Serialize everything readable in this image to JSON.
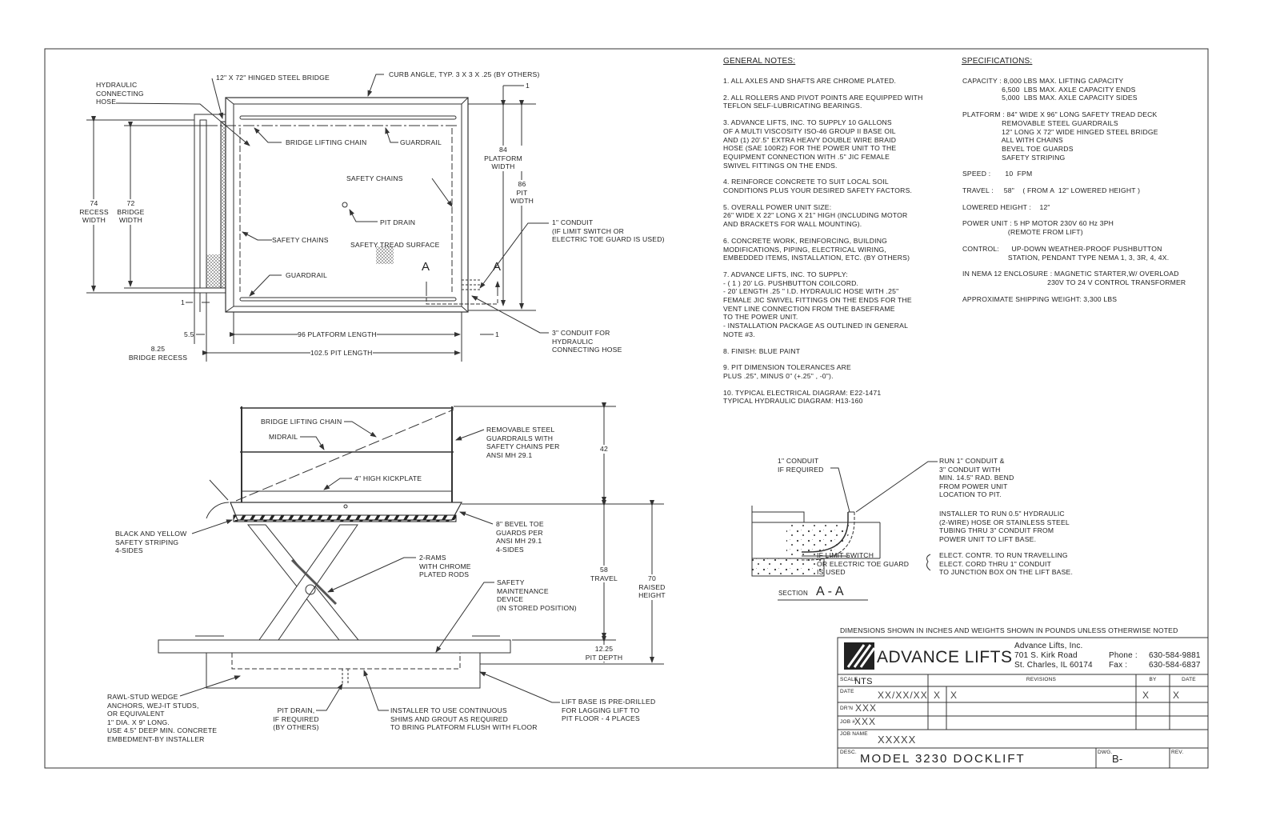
{
  "top_view": {
    "bridge": "12\" X 72\" HINGED STEEL BRIDGE",
    "curb": "CURB ANGLE, TYP. 3 X 3 X .25 (BY OTHERS)",
    "hose": "HYDRAULIC\nCONNECTING\nHOSE",
    "bridge_chain": "BRIDGE LIFTING CHAIN",
    "guardrail_top": "GUARDRAIL",
    "guardrail_bottom": "GUARDRAIL",
    "safety_chains_right": "SAFETY CHAINS",
    "safety_chains_left": "SAFETY CHAINS",
    "pit_drain": "PIT DRAIN",
    "tread": "SAFETY TREAD SURFACE",
    "conduit_1": "1\" CONDUIT\n(IF LIMIT SWITCH OR\nELECTRIC TOE GUARD IS USED)",
    "conduit_3": "3\" CONDUIT FOR\nHYDRAULIC\nCONNECTING HOSE",
    "dim_recess_width": "74\nRECESS\nWIDTH",
    "dim_bridge_width": "72\nBRIDGE\nWIDTH",
    "dim_platform_width": "84\nPLATFORM\nWIDTH",
    "dim_pit_width": "86\nPIT WIDTH",
    "dim_platform_length": "96  PLATFORM LENGTH",
    "dim_pit_length": "102.5 PIT LENGTH",
    "dim_5_5": "5.5",
    "dim_bridge_recess": "8.25\nBRIDGE RECESS",
    "dim_1a": "1",
    "dim_1b": "1",
    "dim_1c": "1",
    "section_mark": "A"
  },
  "elevation": {
    "bridge_chain": "BRIDGE LIFTING CHAIN",
    "midrail": "MIDRAIL",
    "kickplate": "4\" HIGH KICKPLATE",
    "guardrails": "REMOVABLE STEEL\nGUARDRAILS WITH\nSAFETY CHAINS PER\nANSI MH 29.1",
    "striping": "BLACK AND YELLOW\nSAFETY STRIPING\n4-SIDES",
    "toe_guards": "8\" BEVEL TOE\nGUARDS PER\nANSI MH 29.1\n4-SIDES",
    "rams": "2-RAMS\nWITH CHROME\nPLATED RODS",
    "maintenance": "SAFETY\nMAINTENANCE\nDEVICE\n(IN STORED POSITION)",
    "dim_42": "42",
    "dim_travel": "58\nTRAVEL",
    "dim_raised": "70\nRAISED\nHEIGHT",
    "dim_pit_depth": "12.25\nPIT DEPTH",
    "anchors": "RAWL-STUD WEDGE\nANCHORS, WEJ-IT STUDS,\nOR EQUIVALENT\n1\" DIA. X 9\" LONG.\nUSE 4.5\" DEEP MIN. CONCRETE\nEMBEDMENT-BY INSTALLER",
    "pit_drain": "PIT DRAIN,\nIF REQUIRED\n(BY OTHERS)",
    "shims": "INSTALLER TO USE CONTINUOUS\nSHIMS AND GROUT AS REQUIRED\nTO BRING PLATFORM FLUSH WITH FLOOR",
    "lift_base": "LIFT BASE IS PRE-DRILLED\nFOR LAGGING LIFT TO\nPIT FLOOR - 4 PLACES"
  },
  "general_notes": {
    "title": "GENERAL NOTES:",
    "items": [
      "1. ALL AXLES AND SHAFTS ARE CHROME PLATED.",
      "2. ALL ROLLERS AND PIVOT POINTS ARE EQUIPPED WITH\nTEFLON SELF-LUBRICATING BEARINGS.",
      "3. ADVANCE LIFTS, INC. TO SUPPLY 10 GALLONS\nOF A MULTI VISCOSITY ISO-46 GROUP II BASE OIL\nAND (1) 20'.5\" EXTRA HEAVY DOUBLE WIRE BRAID\nHOSE (SAE 100R2) FOR THE POWER UNIT TO THE\nEQUIPMENT CONNECTION WITH .5\" JIC FEMALE\nSWIVEL FITTINGS ON THE ENDS.",
      "4. REINFORCE CONCRETE TO SUIT LOCAL SOIL\nCONDITIONS PLUS YOUR DESIRED SAFETY FACTORS.",
      "5. OVERALL POWER UNIT SIZE:\n26\" WIDE X 22\" LONG X 21\" HIGH (INCLUDING MOTOR\nAND BRACKETS FOR WALL MOUNTING).",
      "6. CONCRETE WORK, REINFORCING, BUILDING\nMODIFICATIONS, PIPING, ELECTRICAL WIRING,\nEMBEDDED ITEMS, INSTALLATION, ETC. (BY OTHERS)",
      "7. ADVANCE LIFTS, INC. TO SUPPLY:\n- ( 1 ) 20' LG. PUSHBUTTON COILCORD.\n- 20' LENGTH .25 \" I.D. HYDRAULIC HOSE WITH .25\"\n  FEMALE JIC SWIVEL FITTINGS ON THE ENDS FOR THE\n  VENT LINE   CONNECTION FROM THE BASEFRAME\n  TO THE POWER UNIT.\n- INSTALLATION PACKAGE AS OUTLINED IN GENERAL\n  NOTE #3.",
      "8. FINISH: BLUE PAINT",
      "9. PIT DIMENSION TOLERANCES ARE\n    PLUS .25\", MINUS 0\" (+.25\" , -0\").",
      "10. TYPICAL ELECTRICAL DIAGRAM: E22-1471\n     TYPICAL HYDRAULIC DIAGRAM: H13-160"
    ]
  },
  "specifications": {
    "title": "SPECIFICATIONS:",
    "items": [
      "CAPACITY : 8,000 LBS MAX. LIFTING CAPACITY\n                   6,500  LBS MAX. AXLE CAPACITY ENDS\n                   5,000  LBS MAX. AXLE CAPACITY SIDES",
      "PLATFORM : 84\" WIDE X 96\" LONG SAFETY TREAD DECK\n                   REMOVABLE STEEL GUARDRAILS\n                   12\" LONG X 72\" WIDE HINGED STEEL BRIDGE\n                   ALL WITH CHAINS\n                   BEVEL TOE GUARDS\n                   SAFETY STRIPING",
      "SPEED :       10  FPM",
      "TRAVEL :     58\"    ( FROM A  12\" LOWERED HEIGHT )",
      "LOWERED HEIGHT :    12\"",
      "POWER UNIT : 5 HP MOTOR 230V 60 Hz 3PH\n                      (REMOTE FROM LIFT)",
      "CONTROL:      UP-DOWN WEATHER-PROOF PUSHBUTTON\n                      STATION, PENDANT TYPE NEMA 1, 3, 3R, 4, 4X.",
      "IN NEMA 12 ENCLOSURE : MAGNETIC STARTER,W/ OVERLOAD\n                                         230V TO 24 V CONTROL TRANSFORMER",
      "APPROXIMATE SHIPPING WEIGHT: 3,300 LBS"
    ]
  },
  "section": {
    "conduit_1": "1\" CONDUIT\nIF REQUIRED",
    "run_conduit": "RUN 1\" CONDUIT &\n3\" CONDUIT WITH\nMIN. 14.5\" RAD. BEND\nFROM POWER UNIT\nLOCATION TO PIT.",
    "installer": "INSTALLER TO RUN 0.5\" HYDRAULIC\n(2-WIRE) HOSE OR STAINLESS STEEL\nTUBING THRU 3\" CONDUIT FROM\nPOWER UNIT TO LIFT BASE.",
    "limit_switch": "IF LIMIT SWITCH\nOR ELECTRIC TOE GUARD\nIS USED",
    "elect": "ELECT. CONTR. TO RUN TRAVELLING\nELECT. CORD THRU 1\" CONDUIT\nTO JUNCTION BOX ON THE LIFT BASE.",
    "label_prefix": "SECTION",
    "label": "A - A"
  },
  "title_block": {
    "dimensions_note": "DIMENSIONS SHOWN IN INCHES AND WEIGHTS SHOWN IN POUNDS UNLESS OTHERWISE NOTED",
    "logo": "ADVANCE LIFTS",
    "company": "Advance Lifts, Inc.",
    "address1": "701 S. Kirk Road",
    "address2": "St. Charles, IL 60174",
    "phone_label": "Phone :",
    "phone": "630-584-9881",
    "fax_label": "Fax :",
    "fax": "630-584-6837",
    "scale_label": "SCALE",
    "scale": "NTS",
    "revisions_label": "REVISIONS",
    "by_label": "BY",
    "date_col_label": "DATE",
    "date_label": "DATE",
    "date": "XX/XX/XX",
    "rev_num": "X",
    "rev_desc": "X",
    "rev_by": "X",
    "rev_date": "X",
    "drn_label": "DR'N",
    "drn": "XXX",
    "job_label": "JOB #",
    "job": "XXX",
    "job_name_label": "JOB NAME",
    "job_name": "XXXXX",
    "desc_label": "DESC.",
    "desc": "MODEL 3230 DOCKLIFT",
    "dwg_label": "DWG.",
    "dwg": "B-",
    "rev_label": "REV."
  }
}
